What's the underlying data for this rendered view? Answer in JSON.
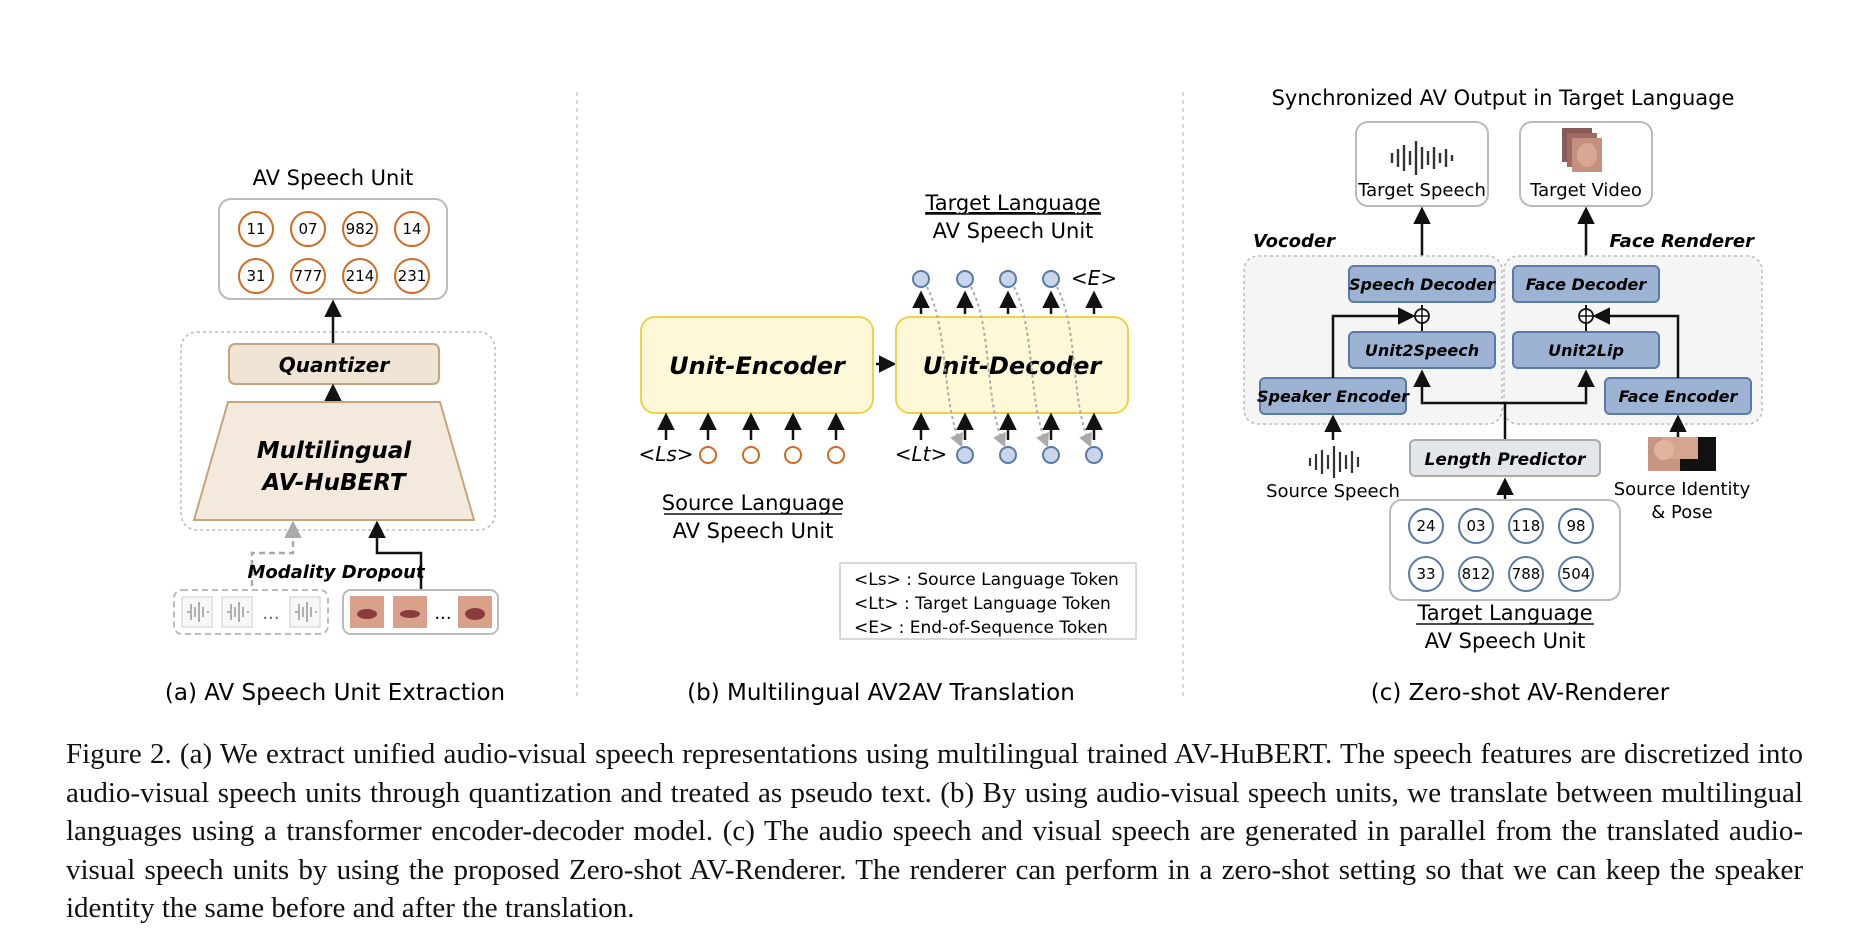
{
  "panel_a": {
    "unit_title": "AV Speech Unit",
    "units": [
      "11",
      "07",
      "982",
      "14",
      "31",
      "777",
      "214",
      "231"
    ],
    "quantizer": "Quantizer",
    "model_line1": "Multilingual",
    "model_line2": "AV-HuBERT",
    "dropout": "Modality Dropout",
    "ellipsis": "...",
    "caption": "(a) AV Speech Unit Extraction"
  },
  "panel_b": {
    "target_lang": "Target Language",
    "target_unit": "AV Speech Unit",
    "encoder": "Unit-Encoder",
    "decoder": "Unit-Decoder",
    "eos_token": "<E>",
    "src_token": "<Ls>",
    "tgt_token": "<Lt>",
    "source_lang": "Source Language",
    "source_unit": "AV Speech Unit",
    "legend": [
      "<Ls> : Source Language Token",
      "<Lt> : Target Language Token",
      "<E>  : End-of-Sequence Token"
    ],
    "caption": "(b) Multilingual AV2AV Translation"
  },
  "panel_c": {
    "output_title": "Synchronized AV Output in Target Language",
    "target_speech": "Target Speech",
    "target_video": "Target Video",
    "vocoder": "Vocoder",
    "face_renderer": "Face Renderer",
    "speech_decoder": "Speech Decoder",
    "face_decoder": "Face Decoder",
    "unit2speech": "Unit2Speech",
    "unit2lip": "Unit2Lip",
    "speaker_encoder": "Speaker Encoder",
    "face_encoder": "Face Encoder",
    "length_predictor": "Length Predictor",
    "source_speech": "Source Speech",
    "source_identity_1": "Source Identity",
    "source_identity_2": "& Pose",
    "units": [
      "24",
      "03",
      "118",
      "98",
      "33",
      "812",
      "788",
      "504"
    ],
    "target_lang": "Target Language",
    "target_unit": "AV Speech Unit",
    "caption": "(c) Zero-shot AV-Renderer"
  },
  "caption": {
    "label": "Figure 2.",
    "text": " (a) We extract unified audio-visual speech representations using multilingual trained AV-HuBERT. The speech features are discretized into audio-visual speech units through quantization and treated as pseudo text. (b) By using audio-visual speech units, we translate between multilingual languages using a transformer encoder-decoder model. (c) The audio speech and visual speech are generated in parallel from the translated audio-visual speech units by using the proposed Zero-shot AV-Renderer. The renderer can perform in a zero-shot setting so that we can keep the speaker identity the same before and after the translation."
  },
  "colors": {
    "unit_orange": "#d2691e",
    "unit_blue": "#5a79a8",
    "encoder_fill": "#fdf8d8",
    "encoder_stroke": "#f0d24a",
    "module_fill": "#9db3d4",
    "module_stroke": "#5a79a8",
    "hubert_fill": "#f3e9dc",
    "hubert_stroke": "#c8a47e"
  }
}
